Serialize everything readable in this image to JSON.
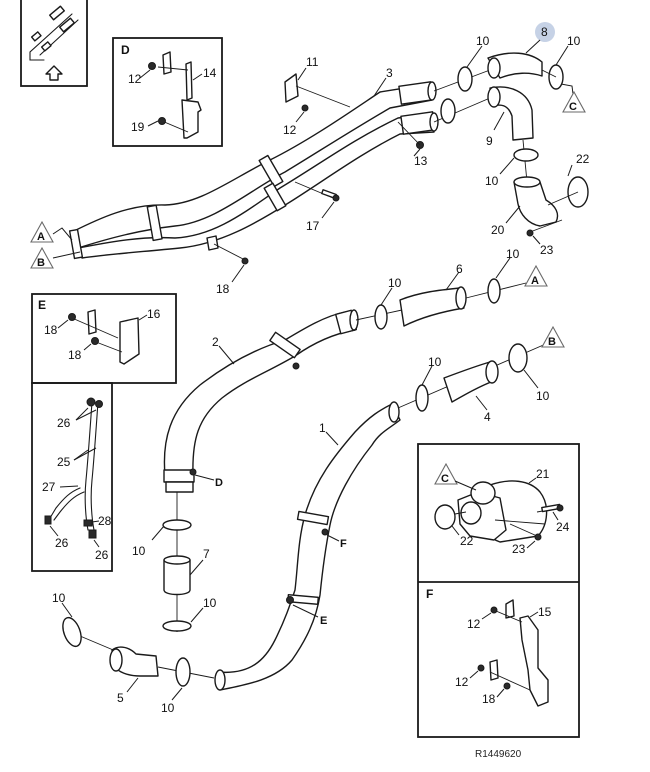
{
  "diagram": {
    "title": "Exploded parts diagram - turbocharger / charge air tube assembly",
    "drawing_number": "R1449620",
    "highlight_color": "#c6d2e6",
    "line_color": "#1a1a1a",
    "highlighted_callout": "8"
  },
  "orientation_key": {
    "icon": "vehicle-orientation-arrow-icon",
    "arrow": "up-arrow-icon"
  },
  "detail_views": [
    {
      "letter": "D",
      "callouts": [
        "12",
        "14",
        "19"
      ]
    },
    {
      "letter": "E",
      "callouts": [
        "18",
        "18",
        "16"
      ]
    },
    {
      "letter": "",
      "callouts": [
        "26",
        "25",
        "27",
        "28",
        "26",
        "26"
      ]
    },
    {
      "letter": "C",
      "callouts": [
        "21",
        "22",
        "23",
        "24"
      ]
    },
    {
      "letter": "F",
      "callouts": [
        "12",
        "15",
        "12",
        "18"
      ]
    }
  ],
  "callouts": {
    "c1": "1",
    "c2": "2",
    "c3": "3",
    "c4": "4",
    "c5": "5",
    "c6": "6",
    "c7": "7",
    "c8": "8",
    "c9": "9",
    "c10a": "10",
    "c10b": "10",
    "c10c": "10",
    "c10d": "10",
    "c10e": "10",
    "c10f": "10",
    "c10g": "10",
    "c10h": "10",
    "c10i": "10",
    "c10j": "10",
    "c10k": "10",
    "c11": "11",
    "c12a": "12",
    "c13": "13",
    "c17": "17",
    "c18a": "18",
    "c20": "20",
    "c22a": "22",
    "c23a": "23",
    "d12": "12",
    "d14": "14",
    "d19": "19",
    "e18a": "18",
    "e18b": "18",
    "e16": "16",
    "h26a": "26",
    "h25": "25",
    "h27": "27",
    "h28": "28",
    "h26b": "26",
    "h26c": "26",
    "k21": "21",
    "k22": "22",
    "k23": "23",
    "k24": "24",
    "f12a": "12",
    "f15": "15",
    "f12b": "12",
    "f18": "18"
  },
  "connection_refs": {
    "A": "A",
    "B": "B",
    "C": "C",
    "D": "D",
    "E": "E",
    "F": "F"
  }
}
